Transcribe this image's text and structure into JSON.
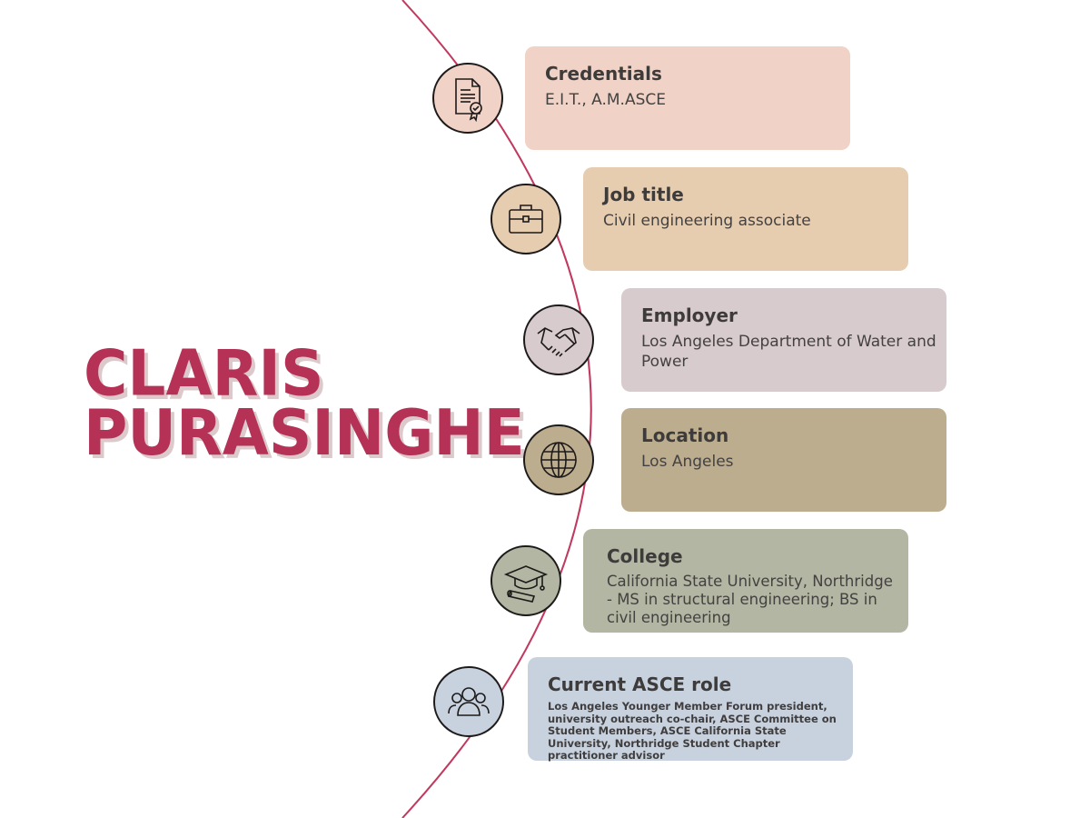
{
  "person": {
    "first_name": "CLARIS",
    "last_name": "PURASINGHE"
  },
  "colors": {
    "accent": "#b53256",
    "arc": "#c0395e",
    "credentials": "#f0d2c6",
    "job_title": "#e7cdb0",
    "employer": "#d8cbcd",
    "location": "#bcad8f",
    "college": "#b3b6a2",
    "asce_role": "#c8d2de"
  },
  "items": [
    {
      "heading": "Credentials",
      "text": "E.I.T., A.M.ASCE",
      "icon": "certificate-icon"
    },
    {
      "heading": "Job title",
      "text": "Civil engineering associate",
      "icon": "briefcase-icon"
    },
    {
      "heading": "Employer",
      "text": "Los Angeles Department of Water and Power",
      "icon": "handshake-icon"
    },
    {
      "heading": "Location",
      "text": "Los Angeles",
      "icon": "globe-icon"
    },
    {
      "heading": "College",
      "text": "California State University, Northridge - MS in structural engineering; BS in civil engineering",
      "icon": "graduation-cap-icon"
    },
    {
      "heading": "Current ASCE role",
      "text": "Los Angeles Younger Member Forum president, university outreach co-chair, ASCE Committee on Student Members, ASCE California State University, Northridge Student Chapter practitioner advisor",
      "icon": "group-icon"
    }
  ]
}
